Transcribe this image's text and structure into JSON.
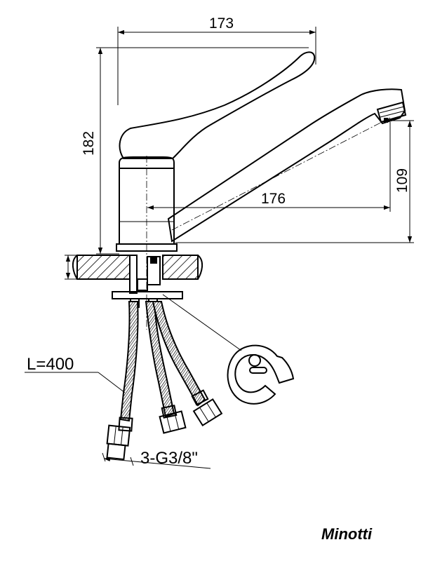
{
  "dimensions": {
    "width": "173",
    "height": "182",
    "reach": "176",
    "spout_height": "109"
  },
  "hose": {
    "length_label": "L=400",
    "connection_label": "3-G3/8\""
  },
  "brand": "Minotti"
}
